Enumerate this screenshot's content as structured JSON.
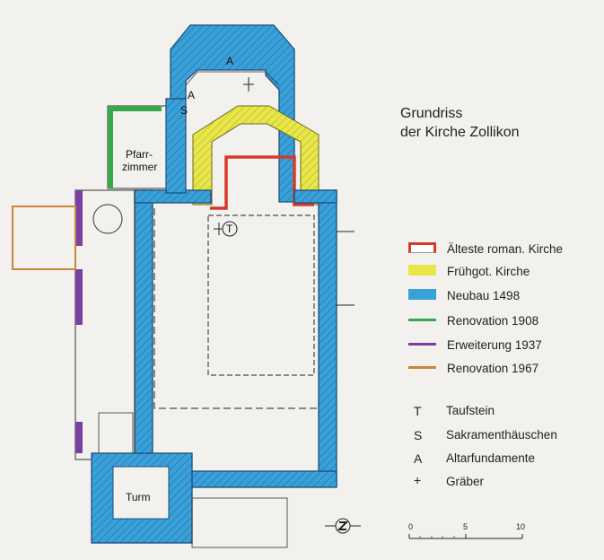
{
  "title_line1": "Grundriss",
  "title_line2": "der Kirche Zollikon",
  "legend": [
    {
      "label": "Älteste roman. Kirche",
      "fill": "#ffffff",
      "stroke": "#d63a2a"
    },
    {
      "label": "Frühgot. Kirche",
      "fill": "#e9e64a",
      "stroke": "#e9e64a"
    },
    {
      "label": "Neubau 1498",
      "fill": "#3aa0d8",
      "stroke": "#3aa0d8"
    },
    {
      "label": "Renovation 1908",
      "fill": "#3aa84a",
      "stroke": "#3aa84a"
    },
    {
      "label": "Erweiterung 1937",
      "fill": "#7a3fa0",
      "stroke": "#7a3fa0"
    },
    {
      "label": "Renovation 1967",
      "fill": "#c9853a",
      "stroke": "#c9853a"
    }
  ],
  "keys": [
    {
      "symbol": "T",
      "label": "Taufstein"
    },
    {
      "symbol": "S",
      "label": "Sakramenthäuschen"
    },
    {
      "symbol": "A",
      "label": "Altarfundamente"
    },
    {
      "symbol": "+",
      "label": "Gräber"
    }
  ],
  "plan_labels": {
    "pfarr1": "Pfarr-",
    "pfarr2": "zimmer",
    "turm": "Turm",
    "a_choir": "A",
    "a_side": "A",
    "s_side": "S",
    "t_font": "T"
  },
  "scale": {
    "ticks": [
      "0",
      "5",
      "10"
    ]
  },
  "colors": {
    "blue": "#3aa0d8",
    "yellow": "#e9e64a",
    "red": "#d63a2a",
    "green": "#3aa84a",
    "purple": "#7a3fa0",
    "orange": "#c9853a"
  }
}
